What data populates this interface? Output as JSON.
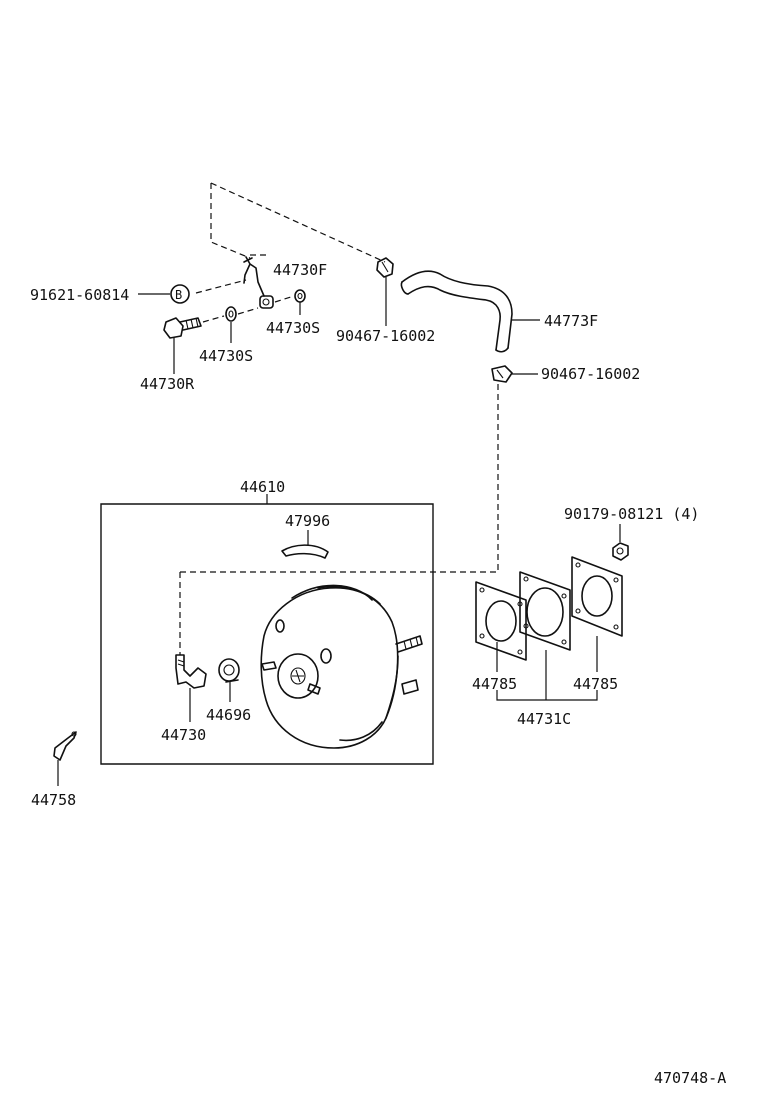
{
  "labels": {
    "p44730F": "44730F",
    "p91621": "91621-60814",
    "circleB": "B",
    "p44730S_right": "44730S",
    "p90467_top": "90467-16002",
    "p44730S_left": "44730S",
    "p44730R": "44730R",
    "p44773F": "44773F",
    "p90467_bottom": "90467-16002",
    "p44610": "44610",
    "p47996": "47996",
    "p90179": "90179-08121 (4)",
    "p44785_left": "44785",
    "p44785_right": "44785",
    "p44731C": "44731C",
    "p44696": "44696",
    "p44730": "44730",
    "p44758": "44758",
    "drawing_number": "470748-A"
  },
  "colors": {
    "line": "#111111",
    "background": "#ffffff"
  }
}
